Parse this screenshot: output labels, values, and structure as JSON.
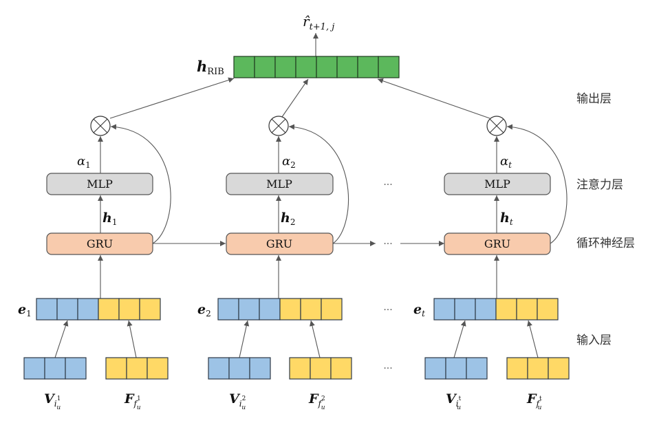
{
  "output": {
    "r_hat": "r̂",
    "r_sub": "t+1, j",
    "h_rib_main": "h",
    "h_rib_sub": "RIB"
  },
  "layers": {
    "output_layer": "输出层",
    "attention_layer": "注意力层",
    "recurrent_layer": "循环神经层",
    "input_layer": "输入层"
  },
  "columns": [
    {
      "alpha": "α",
      "alpha_sub": "1",
      "mlp": "MLP",
      "h": "h",
      "h_sub": "1",
      "gru": "GRU",
      "e": "e",
      "e_sub": "1",
      "v": "V",
      "v_sub": "i",
      "v_subsub": "u",
      "v_sup": "1",
      "f": "F",
      "f_sub": "f",
      "f_subsub": "u",
      "f_sup": "1"
    },
    {
      "alpha": "α",
      "alpha_sub": "2",
      "mlp": "MLP",
      "h": "h",
      "h_sub": "2",
      "gru": "GRU",
      "e": "e",
      "e_sub": "2",
      "v": "V",
      "v_sub": "i",
      "v_subsub": "u",
      "v_sup": "2",
      "f": "F",
      "f_sub": "f",
      "f_subsub": "u",
      "f_sup": "2"
    },
    {
      "alpha": "α",
      "alpha_sub": "t",
      "mlp": "MLP",
      "h": "h",
      "h_sub": "t",
      "gru": "GRU",
      "e": "e",
      "e_sub": "t",
      "v": "V",
      "v_sub": "i",
      "v_subsub": "u",
      "v_sup": "t",
      "f": "F",
      "f_sub": "f",
      "f_subsub": "u",
      "f_sup": "t"
    }
  ],
  "ellipsis": "···",
  "colors": {
    "blue_cell": "#9dc3e6",
    "yellow_cell": "#ffd966",
    "green_cell": "#5cb85c",
    "mlp_box": "#d9d9d9",
    "gru_box": "#f8cbad"
  }
}
